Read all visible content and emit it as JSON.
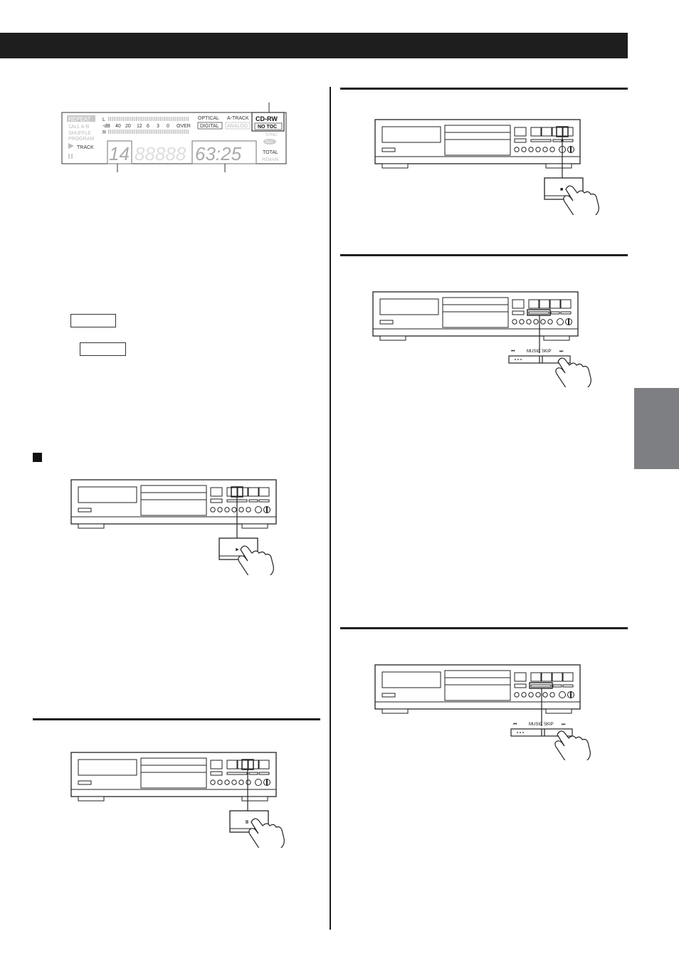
{
  "display": {
    "indicators": {
      "repeat": "REPEAT",
      "one_all_ab": "1ALL A-B",
      "shuffle": "SHUFFLE",
      "program": "PROGRAM",
      "track": "TRACK",
      "meter_l": "L",
      "meter_r": "R",
      "meter_scale": [
        "-dB",
        "40",
        "20",
        "12",
        "6",
        "3",
        "0",
        "OVER"
      ],
      "optical": "OPTICAL",
      "a_track": "A-TRACK",
      "digital": "DIGITAL",
      "analog": "ANALOG",
      "cd_rw": "CD-RW",
      "no_toc": "NO TOC",
      "sync": "SYNC",
      "rec": "REC",
      "total": "TOTAL",
      "remain": "REMAIN"
    },
    "track_number": "14",
    "time": "63:25"
  },
  "music_skip": {
    "prev_symbol": "⏮",
    "label": "MUSIC SKIP",
    "next_symbol": "⏭"
  },
  "button_glyphs": {
    "stop": "■",
    "play": "►",
    "pause": "II"
  },
  "colors": {
    "header_bar": "#1e1e1e",
    "side_tab": "#7d7f83",
    "display_faint": "#b8b8b8"
  }
}
